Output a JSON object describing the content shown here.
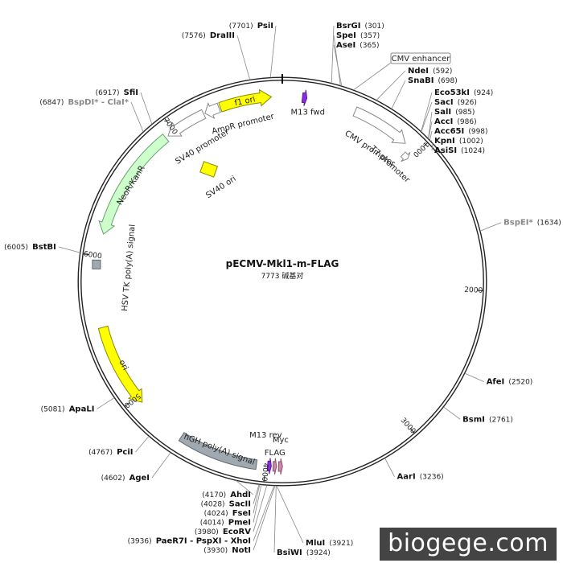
{
  "plasmid": {
    "name": "pECMV-Mkl1-m-FLAG",
    "size_text": "7773 碱基对",
    "length_bp": 7773
  },
  "ticks": [
    {
      "pos": 1000,
      "label": "1000"
    },
    {
      "pos": 2000,
      "label": "2000"
    },
    {
      "pos": 3000,
      "label": "3000"
    },
    {
      "pos": 4000,
      "label": "4000"
    },
    {
      "pos": 5000,
      "label": "5000"
    },
    {
      "pos": 6000,
      "label": "6000"
    },
    {
      "pos": 7000,
      "label": "7000"
    }
  ],
  "features": [
    {
      "name": "f1 ori",
      "kind": "arrow",
      "start": 7350,
      "end": 7700,
      "dir": 1,
      "color": "#ffff00",
      "stroke": "#888800",
      "track": 0,
      "show_label": true
    },
    {
      "name": "AmpR promoter",
      "kind": "arrow",
      "start": 7240,
      "end": 7340,
      "dir": -1,
      "color": "#ffffff",
      "stroke": "#888888",
      "track": 0,
      "show_label": false
    },
    {
      "name": "CMV promoter",
      "kind": "arrow",
      "start": 500,
      "end": 900,
      "dir": 1,
      "color": "#ffffff",
      "stroke": "#888888",
      "track": 0,
      "show_label": false
    },
    {
      "name": "T7 promoter",
      "kind": "arrow",
      "start": 940,
      "end": 985,
      "dir": 1,
      "color": "#ffffff",
      "stroke": "#888888",
      "track": 1,
      "show_label": false
    },
    {
      "name": "M13 fwd",
      "kind": "arrow",
      "start": 135,
      "end": 165,
      "dir": 1,
      "color": "#8a2be2",
      "stroke": "#5a1a9a",
      "track": 0,
      "show_label": false
    },
    {
      "name": "SV40 promoter",
      "kind": "arrow",
      "start": 6950,
      "end": 7230,
      "dir": -1,
      "color": "#ffffff",
      "stroke": "#888888",
      "track": 0,
      "show_label": false
    },
    {
      "name": "NeoR/KanR",
      "kind": "arrow",
      "start": 6150,
      "end": 6930,
      "dir": -1,
      "color": "#ccffcc",
      "stroke": "#6aa06a",
      "track": 0,
      "show_label": true
    },
    {
      "name": "ori",
      "kind": "arrow",
      "start": 4950,
      "end": 5520,
      "dir": -1,
      "color": "#ffff00",
      "stroke": "#888800",
      "track": 0,
      "show_label": true
    },
    {
      "name": "hGH poly(A) signal",
      "kind": "box",
      "start": 4060,
      "end": 4600,
      "color": "#a0a8b0",
      "stroke": "#606870",
      "track": 0,
      "show_label": true
    },
    {
      "name": "M13 rev",
      "kind": "arrow",
      "start": 3960,
      "end": 3985,
      "dir": -1,
      "color": "#8a2be2",
      "stroke": "#5a1a9a",
      "track": 0,
      "show_label": false
    },
    {
      "name": "FLAG",
      "kind": "arrow",
      "start": 3925,
      "end": 3948,
      "dir": -1,
      "color": "#cc88aa",
      "stroke": "#885566",
      "track": 0,
      "show_label": false
    },
    {
      "name": "Myc",
      "kind": "arrow",
      "start": 3885,
      "end": 3912,
      "dir": -1,
      "color": "#cc88aa",
      "stroke": "#885566",
      "track": 0,
      "show_label": false
    }
  ],
  "feature_labels": [
    {
      "text": "f1 ori",
      "pos": 7520,
      "r": 229,
      "rotate": true
    },
    {
      "text": "AmpR promoter",
      "pos": 7470,
      "r": 202,
      "rotate": true
    },
    {
      "text": "CMV promoter",
      "pos": 720,
      "r": 198,
      "rotate": true
    },
    {
      "text": "T7 promoter",
      "pos": 920,
      "r": 198,
      "rotate": true
    },
    {
      "text": "M13 fwd",
      "pos": 185,
      "r": 213,
      "rotate": false
    },
    {
      "text": "SV40 promoter",
      "pos": 7110,
      "r": 195,
      "rotate": true
    },
    {
      "text": "SV40 ori",
      "pos": 7060,
      "r": 140,
      "rotate": true
    },
    {
      "text": "NeoR/KanR",
      "pos": 6530,
      "r": 223,
      "rotate": true
    },
    {
      "text": "HSV TK poly(A) signal",
      "pos": 5940,
      "r": 192,
      "rotate": true
    },
    {
      "text": "ori",
      "pos": 5230,
      "r": 223,
      "rotate": true
    },
    {
      "text": "hGH poly(A) signal",
      "pos": 4330,
      "r": 223,
      "rotate": true
    },
    {
      "text": "M13 rev",
      "pos": 4020,
      "r": 192,
      "rotate": false
    },
    {
      "text": "FLAG",
      "pos": 3940,
      "r": 213,
      "rotate": false
    },
    {
      "text": "Myc",
      "pos": 3900,
      "r": 197,
      "rotate": false
    }
  ],
  "cmv_enhancer_label": "CMV enhancer",
  "sites": [
    {
      "name": "PsiI",
      "num": "(7701)",
      "pos": 7701,
      "side": "top"
    },
    {
      "name": "DraIII",
      "num": "(7576)",
      "pos": 7576,
      "side": "top"
    },
    {
      "name": "SfiI",
      "num": "(6917)",
      "pos": 6917,
      "side": "left"
    },
    {
      "name": "BspDI* - ClaI*",
      "num": "(6847)",
      "pos": 6847,
      "side": "left",
      "grey": true
    },
    {
      "name": "BstBI",
      "num": "(6005)",
      "pos": 6005,
      "side": "left"
    },
    {
      "name": "ApaLI",
      "num": "(5081)",
      "pos": 5081,
      "side": "left"
    },
    {
      "name": "PciI",
      "num": "(4767)",
      "pos": 4767,
      "side": "left"
    },
    {
      "name": "AgeI",
      "num": "(4602)",
      "pos": 4602,
      "side": "left"
    },
    {
      "name": "AhdI",
      "num": "(4170)",
      "pos": 4170,
      "side": "left"
    },
    {
      "name": "SacII",
      "num": "(4028)",
      "pos": 4028,
      "side": "left"
    },
    {
      "name": "FseI",
      "num": "(4024)",
      "pos": 4024,
      "side": "left"
    },
    {
      "name": "PmeI",
      "num": "(4014)",
      "pos": 4014,
      "side": "left"
    },
    {
      "name": "EcoRV",
      "num": "(3980)",
      "pos": 3980,
      "side": "left"
    },
    {
      "name": "PaeR7I - PspXI - XhoI",
      "num": "(3936)",
      "pos": 3936,
      "side": "left"
    },
    {
      "name": "NotI",
      "num": "(3930)",
      "pos": 3930,
      "side": "left"
    },
    {
      "name": "BsiWI",
      "num": "(3924)",
      "pos": 3924,
      "side": "right"
    },
    {
      "name": "MluI",
      "num": "(3921)",
      "pos": 3921,
      "side": "right"
    },
    {
      "name": "AarI",
      "num": "(3236)",
      "pos": 3236,
      "side": "right"
    },
    {
      "name": "BsmI",
      "num": "(2761)",
      "pos": 2761,
      "side": "right"
    },
    {
      "name": "AfeI",
      "num": "(2520)",
      "pos": 2520,
      "side": "right"
    },
    {
      "name": "BspEI*",
      "num": "(1634)",
      "pos": 1634,
      "side": "right",
      "grey": true
    },
    {
      "name": "AsiSI",
      "num": "(1024)",
      "pos": 1024,
      "side": "right"
    },
    {
      "name": "KpnI",
      "num": "(1002)",
      "pos": 1002,
      "side": "right"
    },
    {
      "name": "Acc65I",
      "num": "(998)",
      "pos": 998,
      "side": "right"
    },
    {
      "name": "AccI",
      "num": "(986)",
      "pos": 986,
      "side": "right"
    },
    {
      "name": "SalI",
      "num": "(985)",
      "pos": 985,
      "side": "right"
    },
    {
      "name": "SacI",
      "num": "(926)",
      "pos": 926,
      "side": "right"
    },
    {
      "name": "Eco53kI",
      "num": "(924)",
      "pos": 924,
      "side": "right"
    },
    {
      "name": "SnaBI",
      "num": "(698)",
      "pos": 698,
      "side": "right"
    },
    {
      "name": "NdeI",
      "num": "(592)",
      "pos": 592,
      "side": "right"
    },
    {
      "name": "AseI",
      "num": "(365)",
      "pos": 365,
      "side": "right"
    },
    {
      "name": "SpeI",
      "num": "(357)",
      "pos": 357,
      "side": "right"
    },
    {
      "name": "BsrGI",
      "num": "(301)",
      "pos": 301,
      "side": "right"
    }
  ],
  "watermark": "biogege.com"
}
